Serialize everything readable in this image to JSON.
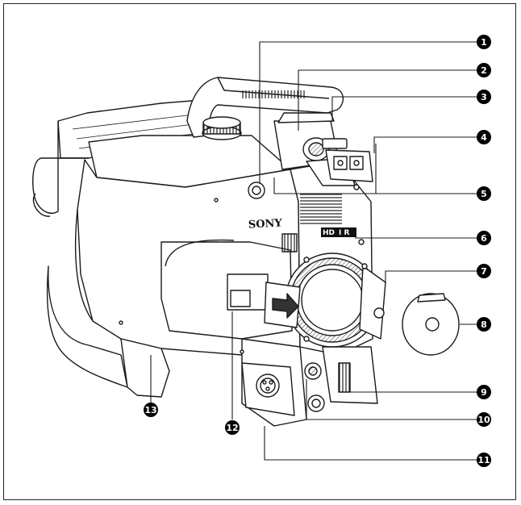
{
  "brand_text": "SONY",
  "badge": {
    "hd": "HD",
    "ir": "I R"
  },
  "callouts": [
    "1",
    "2",
    "3",
    "4",
    "5",
    "6",
    "7",
    "8",
    "9",
    "10",
    "11",
    "12",
    "13"
  ],
  "colors": {
    "line": "#1a1a1a",
    "body_light": "#ffffff",
    "shade": "#3a3a3a",
    "badge_bg": "#111111"
  }
}
